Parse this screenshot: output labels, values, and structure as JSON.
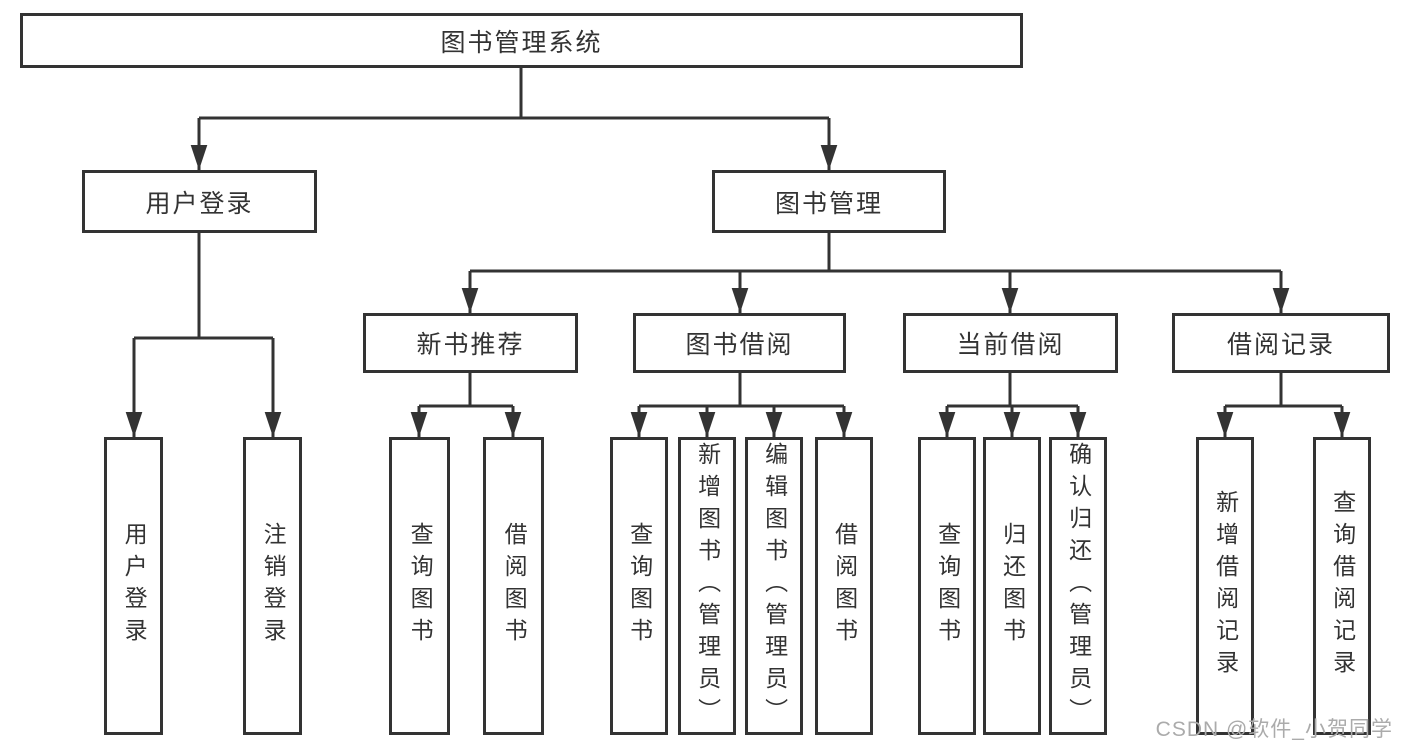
{
  "tree": {
    "label": "图书管理系统",
    "children": [
      {
        "label": "用户登录",
        "children": [
          {
            "label": "用户登录"
          },
          {
            "label": "注销登录"
          }
        ]
      },
      {
        "label": "图书管理",
        "children": [
          {
            "label": "新书推荐",
            "children": [
              {
                "label": "查询图书"
              },
              {
                "label": "借阅图书"
              }
            ]
          },
          {
            "label": "图书借阅",
            "children": [
              {
                "label": "查询图书"
              },
              {
                "label": "新增图书（管理员）"
              },
              {
                "label": "编辑图书（管理员）"
              },
              {
                "label": "借阅图书"
              }
            ]
          },
          {
            "label": "当前借阅",
            "children": [
              {
                "label": "查询图书"
              },
              {
                "label": "归还图书"
              },
              {
                "label": "确认归还（管理员）"
              }
            ]
          },
          {
            "label": "借阅记录",
            "children": [
              {
                "label": "新增借阅记录"
              },
              {
                "label": "查询借阅记录"
              }
            ]
          }
        ]
      }
    ]
  },
  "watermark": {
    "text": "CSDN @软件_小贺同学"
  },
  "colors": {
    "background": "#ffffff",
    "box_border": "#333333",
    "text": "#333333",
    "connector_line": "#333333",
    "watermark_text": "#ababab"
  }
}
